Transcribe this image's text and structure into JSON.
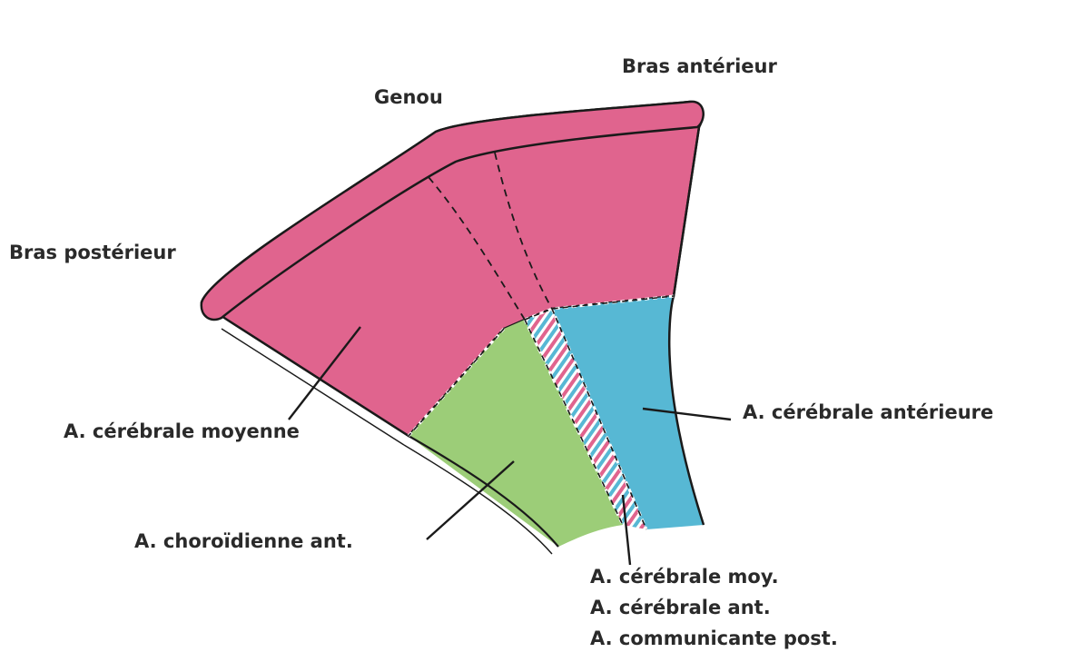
{
  "labels": {
    "bras_anterieur": "Bras antérieur",
    "genou": "Genou",
    "bras_posterieur": "Bras postérieur",
    "a_cerebrale_moyenne": "A. cérébrale moyenne",
    "a_cerebrale_anterieure": "A. cérébrale antérieure",
    "a_choroidienne_ant": "A. choroïdienne ant.",
    "multi": [
      "A. cérébrale moy.",
      "A. cérébrale ant.",
      "A. communicante post."
    ]
  },
  "colors": {
    "middle_cerebral": "#e0648e",
    "anterior_cerebral": "#57b8d4",
    "anterior_choroidal": "#9ccd78",
    "outline": "#1a1a1a",
    "text": "#2a2a2a"
  }
}
